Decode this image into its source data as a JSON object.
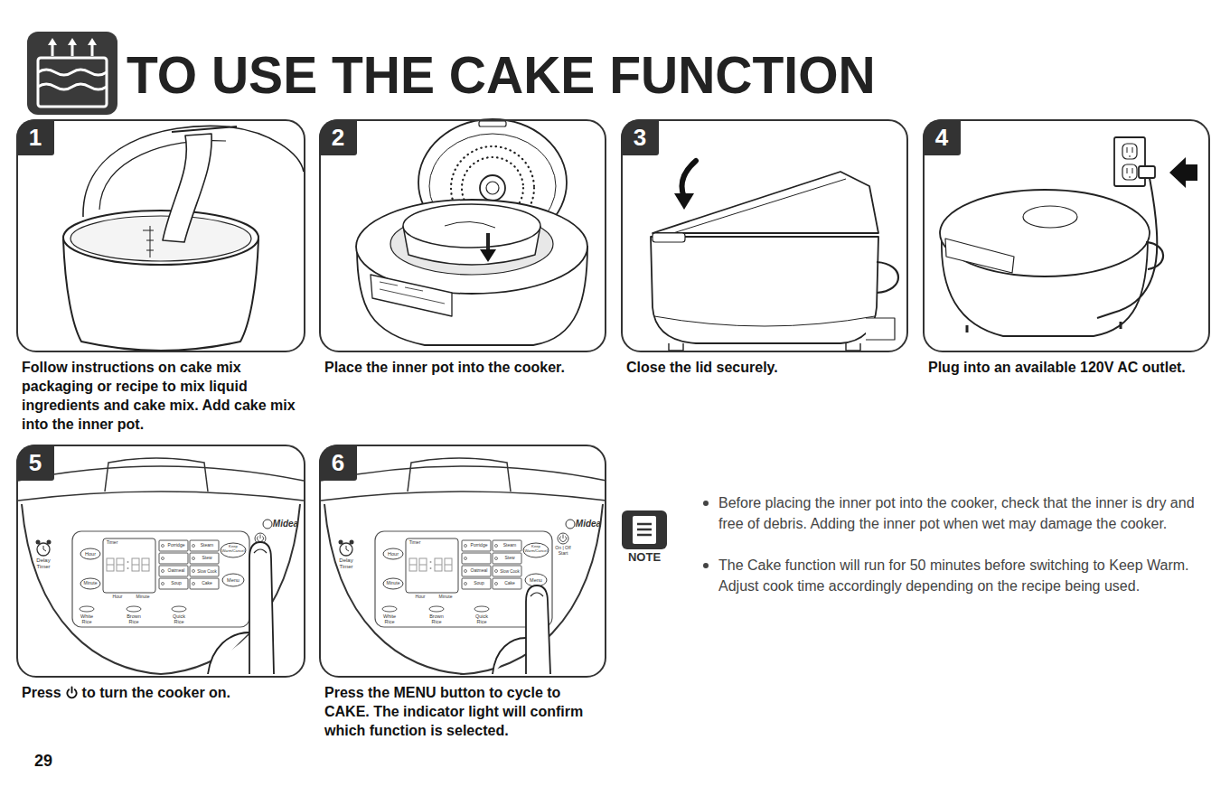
{
  "diagram": {
    "title": "TO USE THE CAKE FUNCTION",
    "nodes": [
      {
        "text": [
          "1",
          "Follow instructions on cake mix packaging or recipe to mix liquid ingredients and cake mix. Add cake mix into the inner pot."
        ]
      },
      {
        "text": [
          "2",
          "Place the inner pot into the cooker."
        ]
      },
      {
        "text": [
          "3",
          "Close the lid securely."
        ]
      },
      {
        "text": [
          "4",
          "Plug into an available 120V AC outlet."
        ]
      },
      {
        "text": [
          "5",
          "Press",
          "to turn the cooker on."
        ]
      },
      {
        "text": [
          "6",
          "Press the MENU button to cycle to CAKE. The indicator light will confirm which function is selected."
        ]
      }
    ],
    "labels": [
      "Delay Timer",
      "Hour",
      "Minute",
      "Timer",
      "Hour",
      "Minute",
      "Porridge",
      "Steam",
      "Stew",
      "Oatmeal",
      "Slow Cook",
      "Soup",
      "Cake",
      "Keep Warm/Cancel",
      "Menu",
      "Midea",
      "White Rice",
      "Brown Rice",
      "Quick Rice",
      "Delay Timer",
      "Hour",
      "Minute",
      "Timer",
      "Hour",
      "Minute",
      "Porridge",
      "Steam",
      "Stew",
      "Oatmeal",
      "Slow Cook",
      "Soup",
      "Cake",
      "Keep Warm/Cancel",
      "Menu",
      "Midea",
      "White Rice",
      "Brown Rice",
      "Quick Rice",
      "On | Off Start",
      "NOTE",
      "Before placing the inner pot into the cooker, check that the inner is dry and free of debris. Adding the inner pot when wet may damage the cooker.",
      "The Cake function will run for 50 minutes before switching to Keep Warm. Adjust cook time accordingly depending on the recipe being used.",
      "29"
    ]
  }
}
